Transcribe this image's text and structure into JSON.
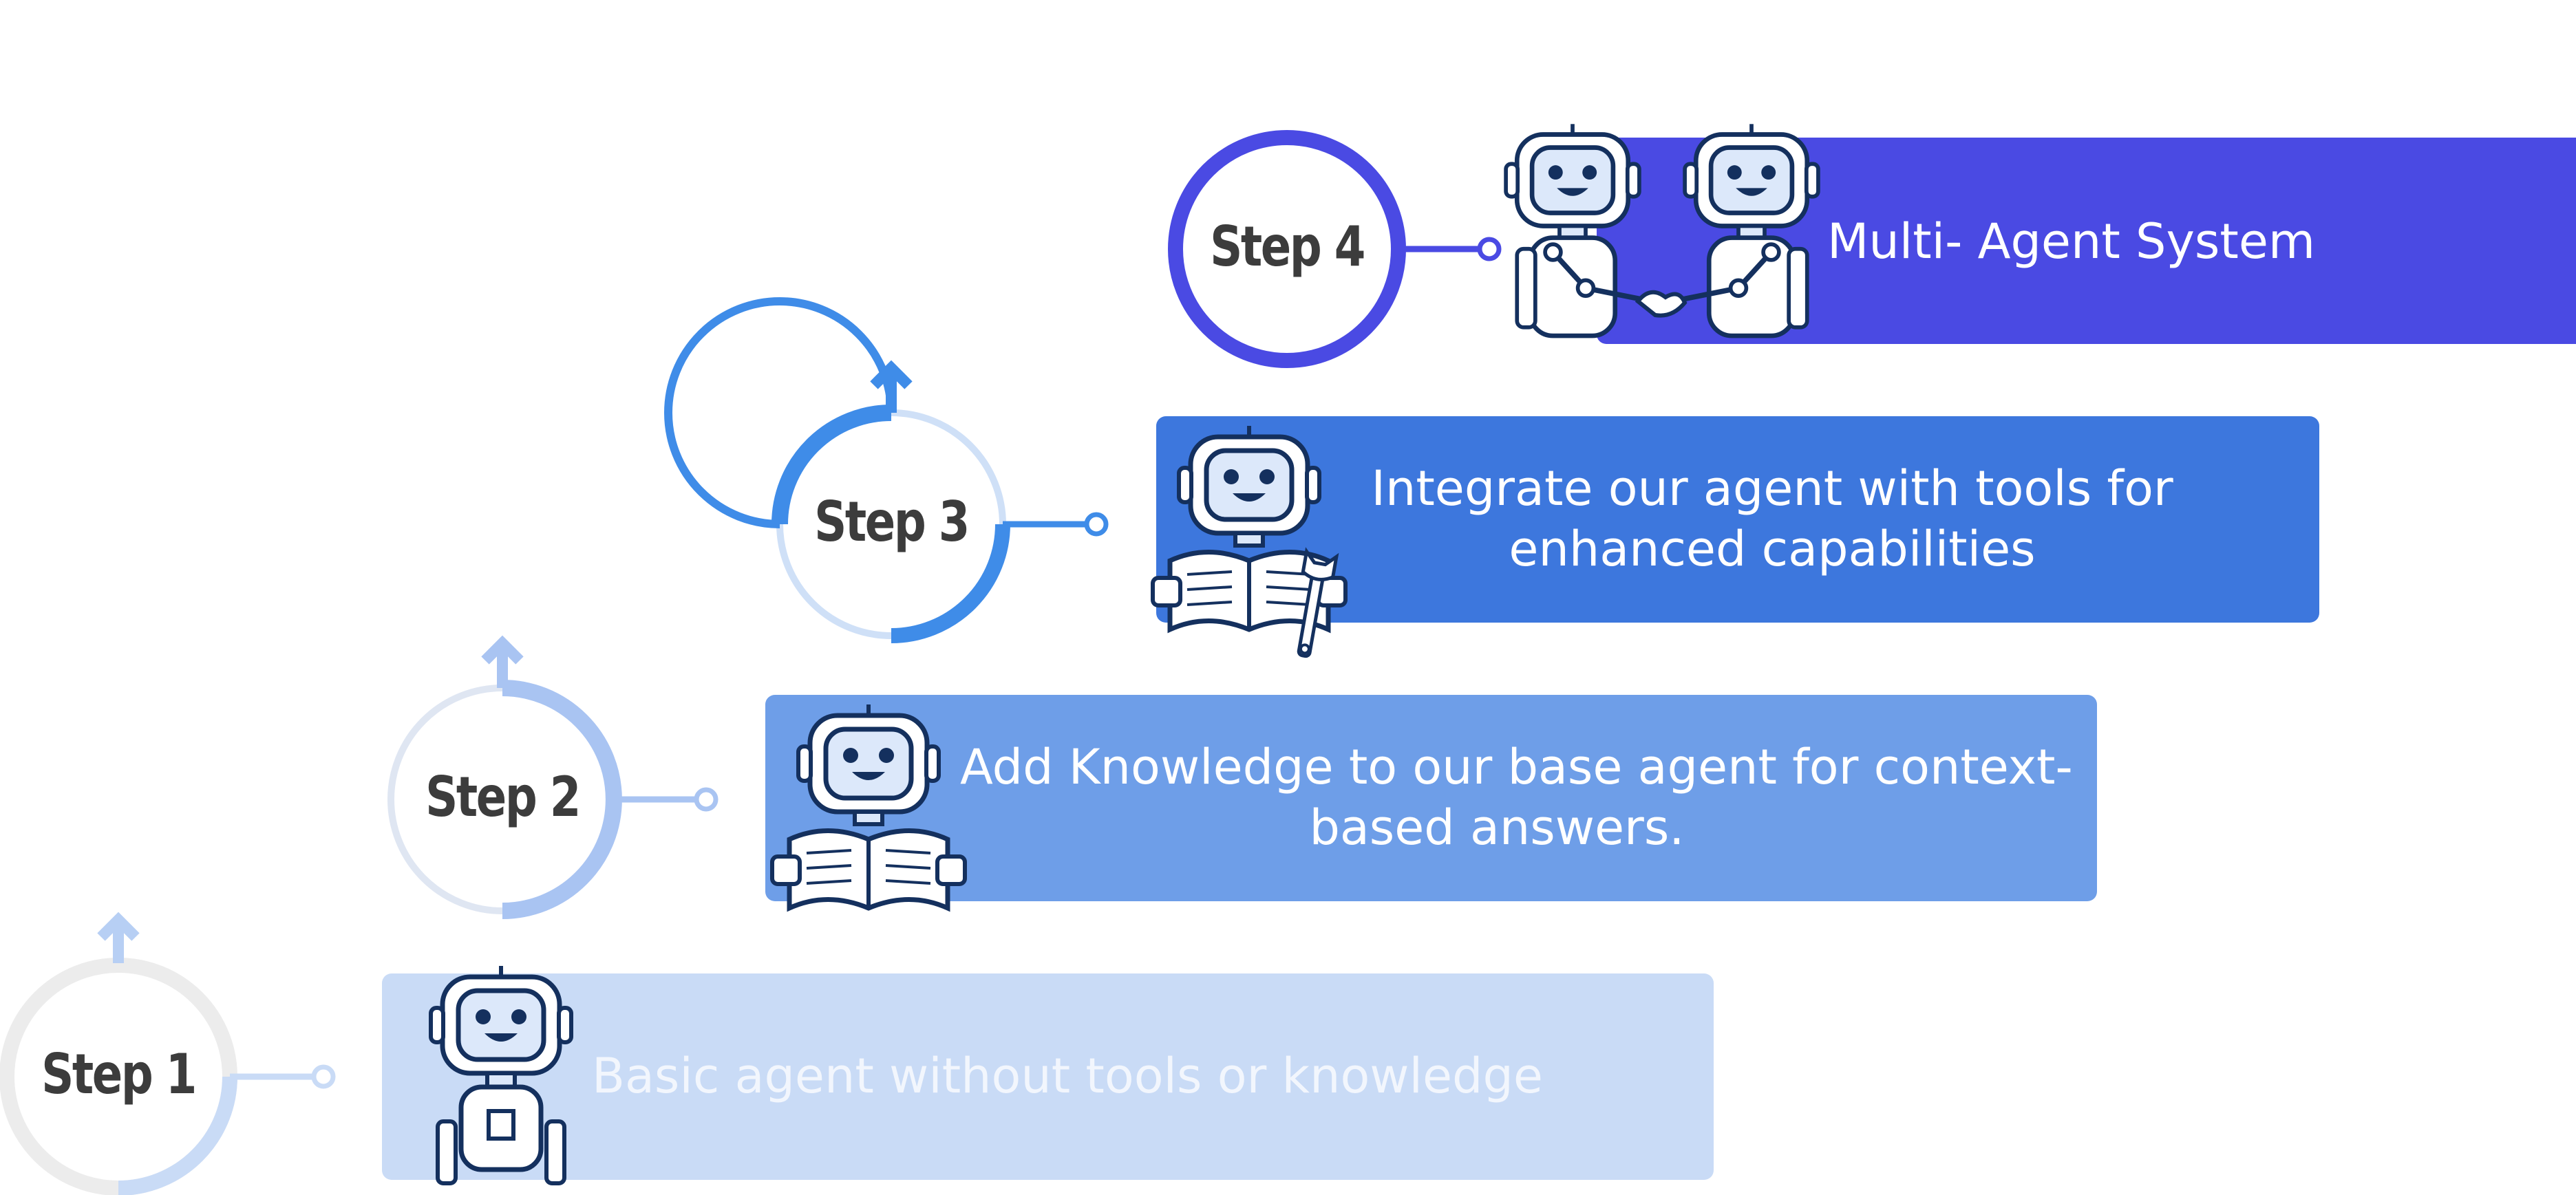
{
  "steps": [
    {
      "label": "Step 1",
      "text_lines": [
        "Basic agent without tools or knowledge"
      ],
      "banner_color": "#c9dbf6",
      "text_color": "#f2f6fd",
      "ring_color": "#c9dbf6"
    },
    {
      "label": "Step 2",
      "text_lines": [
        "Add Knowledge to our base agent  for context-",
        "based answers."
      ],
      "banner_color": "#6e9ee8",
      "text_color": "#ffffff",
      "ring_color": "#a9c4f2"
    },
    {
      "label": "Step 3",
      "text_lines": [
        "Integrate our agent with tools for",
        "enhanced capabilities"
      ],
      "banner_color": "#3d77dd",
      "text_color": "#ffffff",
      "ring_color": "#3f8ce8"
    },
    {
      "label": "Step 4",
      "text_lines": [
        "Multi- Agent System"
      ],
      "banner_color": "#4a4ae3",
      "text_color": "#ffffff",
      "ring_color": "#4a4ae3"
    }
  ],
  "icons": [
    "basic-robot-icon",
    "reading-robot-icon",
    "robot-with-wrench-icon",
    "robots-handshake-icon"
  ]
}
